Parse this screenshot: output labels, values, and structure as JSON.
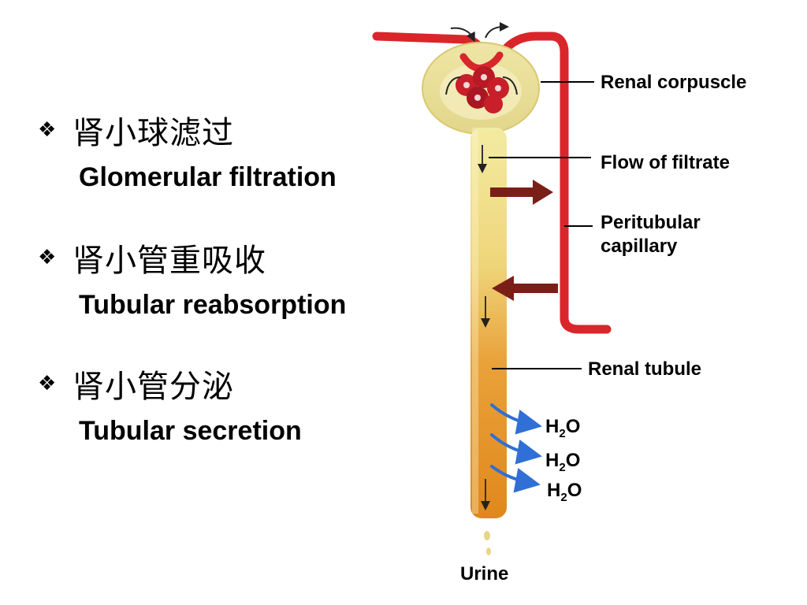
{
  "bullets": [
    {
      "marker": "❖",
      "chinese": "肾小球滤过",
      "english": "Glomerular filtration"
    },
    {
      "marker": "❖",
      "chinese": "肾小管重吸收",
      "english": "Tubular reabsorption"
    },
    {
      "marker": "❖",
      "chinese": "肾小管分泌",
      "english": "Tubular secretion"
    }
  ],
  "labels": {
    "renal_corpuscle": "Renal corpuscle",
    "flow_of_filtrate": "Flow of filtrate",
    "peritubular_capillary_line1": "Peritubular",
    "peritubular_capillary_line2": "capillary",
    "renal_tubule": "Renal tubule",
    "urine": "Urine"
  },
  "water": [
    {
      "main": "H",
      "sub": "2",
      "tail": "O"
    },
    {
      "main": "H",
      "sub": "2",
      "tail": "O"
    },
    {
      "main": "H",
      "sub": "2",
      "tail": "O"
    }
  ],
  "colors": {
    "capillary_red": "#d9262b",
    "arrow_dark_red": "#7a1f18",
    "tubule_top": "#f3eba2",
    "tubule_bottom": "#e58a1e",
    "water_blue": "#2f6fd6"
  }
}
